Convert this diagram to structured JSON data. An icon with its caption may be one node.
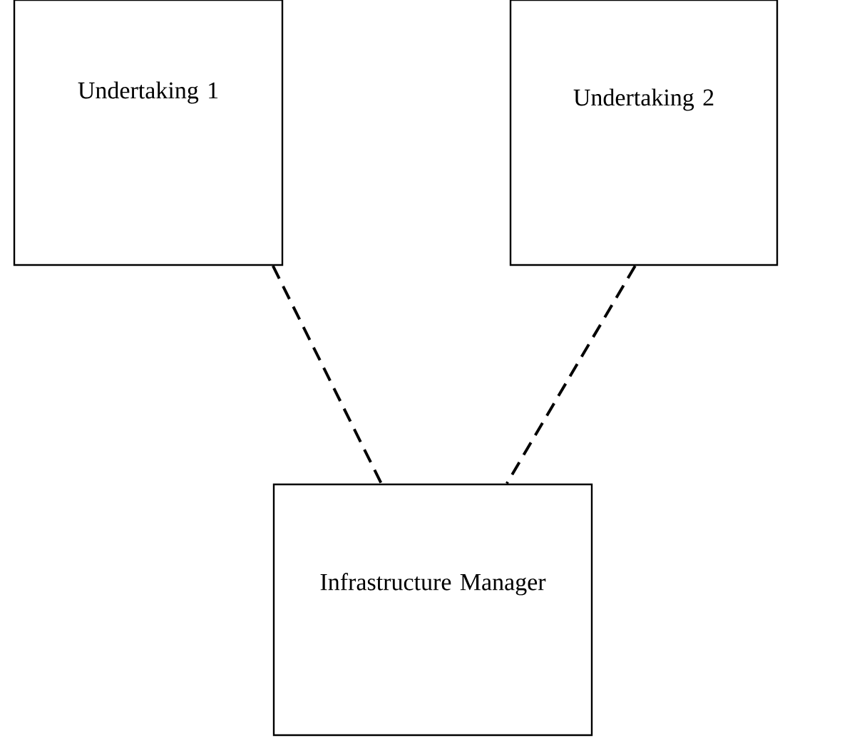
{
  "diagram": {
    "nodes": [
      {
        "text": [
          "Undertaking 1"
        ]
      },
      {
        "text": [
          "Undertaking 2"
        ]
      },
      {
        "text": [
          "Infrastructure Manager"
        ]
      }
    ],
    "edges": [
      {
        "from": 0,
        "to": 2,
        "arrow": "none",
        "style": "dashed"
      },
      {
        "from": 1,
        "to": 2,
        "arrow": "none",
        "style": "dashed"
      }
    ]
  }
}
